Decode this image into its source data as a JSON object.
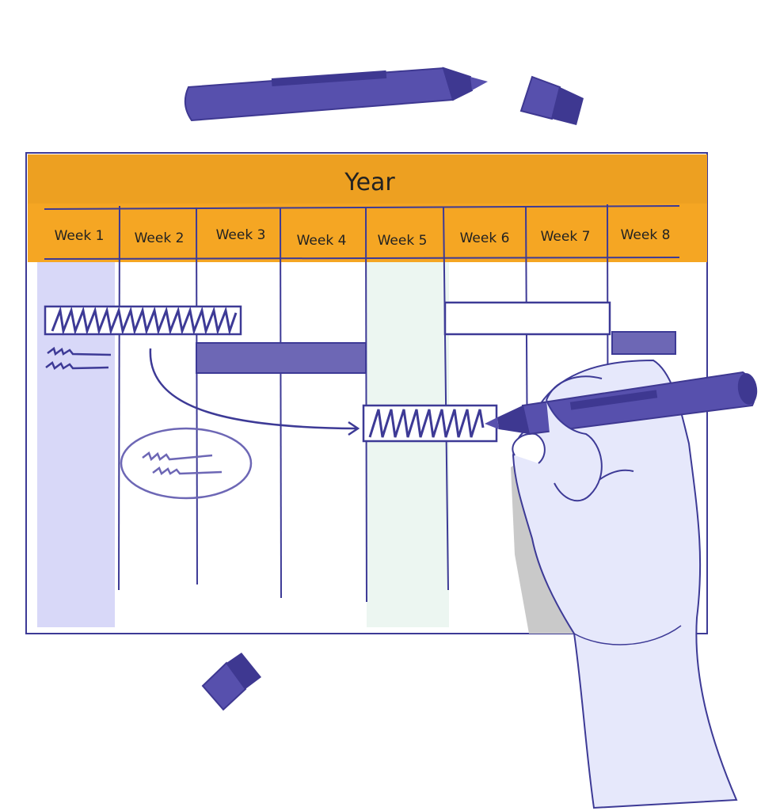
{
  "board": {
    "title": "Year",
    "weeks": [
      "Week 1",
      "Week 2",
      "Week 3",
      "Week 4",
      "Week 5",
      "Week 6",
      "Week 7",
      "Week 8"
    ]
  },
  "colors": {
    "header": "#f5a623",
    "header_dark": "#eda021",
    "ink": "#3d3a96",
    "marker": "#5750ad",
    "marker_dark": "#3e3891",
    "bar_fill": "#6d67b5",
    "week1_column": "#d8d8f8",
    "week5_column": "#ecf6f1",
    "hand_fill": "#e6e8fb",
    "shadow": "#c9c9c9"
  },
  "icons": [
    "marker-pen-icon",
    "marker-cap-icon",
    "hand-icon",
    "arrow-icon"
  ]
}
